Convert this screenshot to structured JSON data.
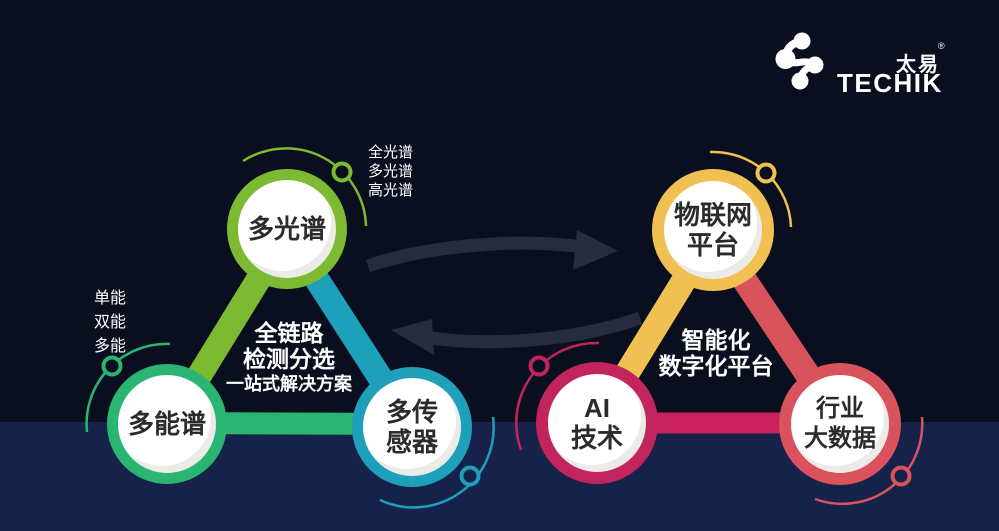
{
  "logo": {
    "brand_en": "TECHIK",
    "brand_cn": "太易",
    "reg_mark": "®",
    "icon": "techik-molecule-icon"
  },
  "left_diagram": {
    "nodes": [
      {
        "id": "multi-spectral",
        "line1": "多光谱",
        "line2": "",
        "color": "#7CBA31"
      },
      {
        "id": "multi-energy",
        "line1": "多能谱",
        "line2": "",
        "color": "#2BB573"
      },
      {
        "id": "multi-sensor",
        "line1": "多传",
        "line2": "感器",
        "color": "#1E9FBA"
      }
    ],
    "center": {
      "line1": "全链路",
      "line2": "检测分选",
      "line3": "一站式解决方案"
    },
    "spectrum_labels": [
      "全光谱",
      "多光谱",
      "高光谱"
    ],
    "energy_labels": [
      "单能",
      "双能",
      "多能"
    ]
  },
  "right_diagram": {
    "nodes": [
      {
        "id": "iot-platform",
        "line1": "物联网",
        "line2": "平台",
        "color": "#F0C152"
      },
      {
        "id": "ai-technology",
        "line1": "AI",
        "line2": "技术",
        "color": "#C2255E"
      },
      {
        "id": "industry-bigdata",
        "line1": "行业",
        "line2": "大数据",
        "color": "#D8535C"
      }
    ],
    "center": {
      "line1": "智能化",
      "line2": "数字化平台"
    }
  },
  "colors": {
    "bg_top": "#0A0F1F",
    "bg_bottom": "#16224A",
    "green": "#7CBA31",
    "emerald": "#2BB573",
    "teal": "#1E9FBA",
    "gold": "#F0C152",
    "rose": "#C2255E",
    "pink": "#C8215D",
    "red": "#D8535C",
    "arrow_gray": "#262C3D",
    "node_text": "#2B2B2B",
    "white_text": "#FFFFFF"
  }
}
